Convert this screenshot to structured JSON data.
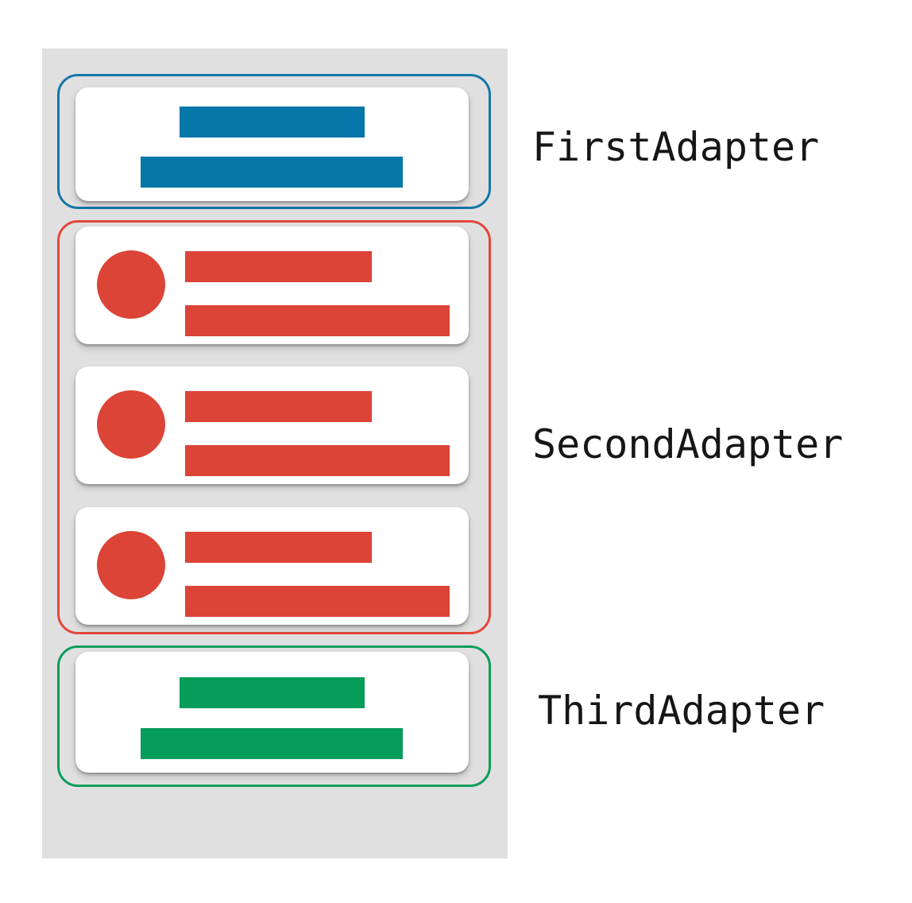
{
  "colors": {
    "page_background": "#ffffff",
    "panel_background": "#e0e0e0",
    "card_background": "#ffffff",
    "label_text": "#161616",
    "first_adapter_fill": "#0577a8",
    "first_adapter_outline": "#1576a6",
    "second_adapter_fill": "#db4437",
    "second_adapter_outline": "#e5463b",
    "third_adapter_fill": "#069c59",
    "third_adapter_outline": "#0b9d58"
  },
  "adapters": [
    {
      "label": "FirstAdapter",
      "outline_color": "#1576a6",
      "fill_color": "#0577a8",
      "items": [
        {
          "type": "card",
          "placeholders": [
            "short-text-line",
            "long-text-line"
          ]
        }
      ]
    },
    {
      "label": "SecondAdapter",
      "outline_color": "#e5463b",
      "fill_color": "#db4437",
      "items": [
        {
          "type": "card",
          "placeholders": [
            "avatar-circle",
            "short-text-line",
            "long-text-line"
          ]
        },
        {
          "type": "card",
          "placeholders": [
            "avatar-circle",
            "short-text-line",
            "long-text-line"
          ]
        },
        {
          "type": "card",
          "placeholders": [
            "avatar-circle",
            "short-text-line",
            "long-text-line"
          ]
        }
      ]
    },
    {
      "label": "ThirdAdapter",
      "outline_color": "#0b9d58",
      "fill_color": "#069c59",
      "items": [
        {
          "type": "card",
          "placeholders": [
            "short-text-line",
            "long-text-line"
          ]
        }
      ]
    }
  ]
}
